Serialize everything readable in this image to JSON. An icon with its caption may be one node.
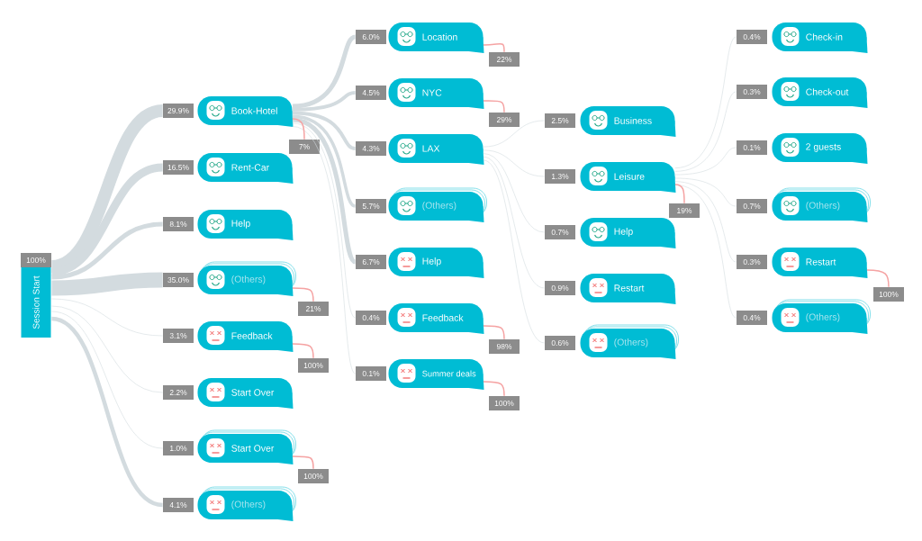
{
  "diagram": {
    "nodes": [
      {
        "text": [
          "Session Start"
        ],
        "beside": [
          "100%"
        ]
      },
      {
        "text": [
          "Book-Hotel"
        ],
        "beside": [
          "29.9%"
        ]
      },
      {
        "text": [
          "Rent-Car"
        ],
        "beside": [
          "16.5%"
        ]
      },
      {
        "text": [
          "Help"
        ],
        "beside": [
          "8.1%"
        ]
      },
      {
        "text": [
          "(Others)"
        ],
        "beside": [
          "35.0%"
        ]
      },
      {
        "text": [
          "Feedback"
        ],
        "beside": [
          "3.1%"
        ]
      },
      {
        "text": [
          "Start Over"
        ],
        "beside": [
          "2.2%"
        ]
      },
      {
        "text": [
          "Start Over"
        ],
        "beside": [
          "1.0%"
        ]
      },
      {
        "text": [
          "(Others)"
        ],
        "beside": [
          "4.1%"
        ]
      },
      {
        "text": [
          "Location"
        ],
        "beside": [
          "6.0%"
        ]
      },
      {
        "text": [
          "NYC"
        ],
        "beside": [
          "4.5%"
        ]
      },
      {
        "text": [
          "LAX"
        ],
        "beside": [
          "4.3%"
        ]
      },
      {
        "text": [
          "(Others)"
        ],
        "beside": [
          "5.7%"
        ]
      },
      {
        "text": [
          "Help"
        ],
        "beside": [
          "6.7%"
        ]
      },
      {
        "text": [
          "Feedback"
        ],
        "beside": [
          "0.4%"
        ]
      },
      {
        "text": [
          "Summer deals"
        ],
        "beside": [
          "0.1%"
        ]
      },
      {
        "text": [
          "Business"
        ],
        "beside": [
          "2.5%"
        ]
      },
      {
        "text": [
          "Leisure"
        ],
        "beside": [
          "1.3%"
        ]
      },
      {
        "text": [
          "Help"
        ],
        "beside": [
          "0.7%"
        ]
      },
      {
        "text": [
          "Restart"
        ],
        "beside": [
          "0.9%"
        ]
      },
      {
        "text": [
          "(Others)"
        ],
        "beside": [
          "0.6%"
        ]
      },
      {
        "text": [
          "Check-in"
        ],
        "beside": [
          "0.4%"
        ]
      },
      {
        "text": [
          "Check-out"
        ],
        "beside": [
          "0.3%"
        ]
      },
      {
        "text": [
          "2 guests"
        ],
        "beside": [
          "0.1%"
        ]
      },
      {
        "text": [
          "(Others)"
        ],
        "beside": [
          "0.7%"
        ]
      },
      {
        "text": [
          "Restart"
        ],
        "beside": [
          "0.3%"
        ]
      },
      {
        "text": [
          "(Others)"
        ],
        "beside": [
          "0.4%"
        ]
      },
      {
        "text": [
          "7%"
        ]
      },
      {
        "text": [
          "21%"
        ]
      },
      {
        "text": [
          "100%"
        ]
      },
      {
        "text": [
          "100%"
        ]
      },
      {
        "text": [
          "22%"
        ]
      },
      {
        "text": [
          "29%"
        ]
      },
      {
        "text": [
          "98%"
        ]
      },
      {
        "text": [
          "100%"
        ]
      },
      {
        "text": [
          "19%"
        ]
      },
      {
        "text": [
          "100%"
        ]
      }
    ],
    "edges": [
      {
        "from": 0,
        "to": 1,
        "arrow": "none",
        "style": "thick"
      },
      {
        "from": 0,
        "to": 2,
        "arrow": "none",
        "style": "thick"
      },
      {
        "from": 0,
        "to": 3,
        "arrow": "none",
        "style": "thick"
      },
      {
        "from": 0,
        "to": 4,
        "arrow": "none",
        "style": "thick"
      },
      {
        "from": 0,
        "to": 5,
        "arrow": "none"
      },
      {
        "from": 0,
        "to": 6,
        "arrow": "none"
      },
      {
        "from": 0,
        "to": 7,
        "arrow": "none"
      },
      {
        "from": 0,
        "to": 8,
        "arrow": "none",
        "style": "thick"
      },
      {
        "from": 1,
        "to": 9,
        "arrow": "none",
        "style": "thick"
      },
      {
        "from": 1,
        "to": 10,
        "arrow": "none",
        "style": "thick"
      },
      {
        "from": 1,
        "to": 11,
        "arrow": "none",
        "style": "thick"
      },
      {
        "from": 1,
        "to": 12,
        "arrow": "none",
        "style": "thick"
      },
      {
        "from": 1,
        "to": 13,
        "arrow": "none",
        "style": "thick"
      },
      {
        "from": 1,
        "to": 14,
        "arrow": "none"
      },
      {
        "from": 1,
        "to": 15,
        "arrow": "none"
      },
      {
        "from": 11,
        "to": 16,
        "arrow": "none"
      },
      {
        "from": 11,
        "to": 17,
        "arrow": "none"
      },
      {
        "from": 11,
        "to": 18,
        "arrow": "none"
      },
      {
        "from": 11,
        "to": 19,
        "arrow": "none"
      },
      {
        "from": 11,
        "to": 20,
        "arrow": "none"
      },
      {
        "from": 17,
        "to": 21,
        "arrow": "none"
      },
      {
        "from": 17,
        "to": 22,
        "arrow": "none"
      },
      {
        "from": 17,
        "to": 23,
        "arrow": "none"
      },
      {
        "from": 17,
        "to": 24,
        "arrow": "none"
      },
      {
        "from": 17,
        "to": 25,
        "arrow": "none"
      },
      {
        "from": 17,
        "to": 26,
        "arrow": "none"
      },
      {
        "from": 1,
        "to": 27,
        "arrow": "none",
        "color": "#f5a3a3"
      },
      {
        "from": 4,
        "to": 28,
        "arrow": "none",
        "color": "#f5a3a3"
      },
      {
        "from": 5,
        "to": 29,
        "arrow": "none",
        "color": "#f5a3a3"
      },
      {
        "from": 7,
        "to": 30,
        "arrow": "none",
        "color": "#f5a3a3"
      },
      {
        "from": 9,
        "to": 31,
        "arrow": "none",
        "color": "#f5a3a3"
      },
      {
        "from": 10,
        "to": 32,
        "arrow": "none",
        "color": "#f5a3a3"
      },
      {
        "from": 14,
        "to": 33,
        "arrow": "none",
        "color": "#f5a3a3"
      },
      {
        "from": 15,
        "to": 34,
        "arrow": "none",
        "color": "#f5a3a3"
      },
      {
        "from": 17,
        "to": 35,
        "arrow": "none",
        "color": "#f5a3a3"
      },
      {
        "from": 25,
        "to": 36,
        "arrow": "none",
        "color": "#f5a3a3"
      }
    ]
  }
}
